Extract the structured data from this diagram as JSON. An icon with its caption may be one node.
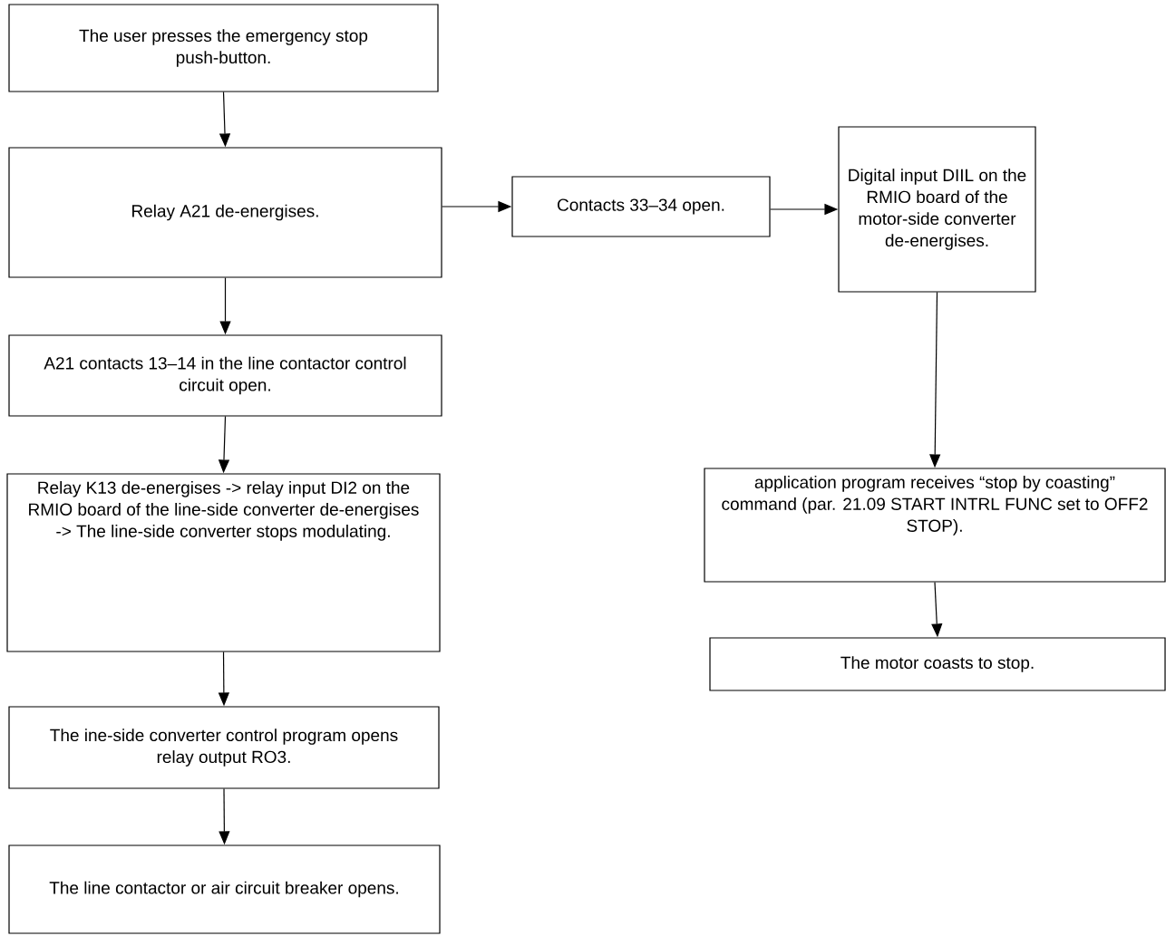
{
  "diagram": {
    "nodes": [
      {
        "text": [
          "The user presses the emergency stop push-button."
        ]
      },
      {
        "text": [
          "Relay A21 de-energises."
        ]
      },
      {
        "text": [
          "A21 contacts 13–14 in the line contactor control circuit open."
        ]
      },
      {
        "text": [
          "Relay K13 de-energises -> relay input DI2 on the RMIO board of the line-side converter de-energises -> The line-side converter stops modulating."
        ]
      },
      {
        "text": [
          "The ine-side converter control program opens relay output RO3."
        ]
      },
      {
        "text": [
          "The line contactor or air circuit breaker opens."
        ]
      },
      {
        "text": [
          "Contacts 33–34 open."
        ]
      },
      {
        "text": [
          "Digital input DIIL on the RMIO board of the motor-side converter de-energises."
        ]
      },
      {
        "text": [
          "application program receives “stop by coasting” command (par. 21.09 START INTRL FUNC set to OFF2 STOP)."
        ]
      },
      {
        "text": [
          "The motor coasts to stop."
        ]
      }
    ],
    "edges": [
      {
        "from": 0,
        "to": 1,
        "arrow": "to"
      },
      {
        "from": 1,
        "to": 2,
        "arrow": "to"
      },
      {
        "from": 2,
        "to": 3,
        "arrow": "to"
      },
      {
        "from": 3,
        "to": 4,
        "arrow": "to"
      },
      {
        "from": 4,
        "to": 5,
        "arrow": "to"
      },
      {
        "from": 1,
        "to": 6,
        "arrow": "to"
      },
      {
        "from": 6,
        "to": 7,
        "arrow": "to"
      },
      {
        "from": 7,
        "to": 8,
        "arrow": "to"
      },
      {
        "from": 8,
        "to": 9,
        "arrow": "to"
      }
    ]
  }
}
